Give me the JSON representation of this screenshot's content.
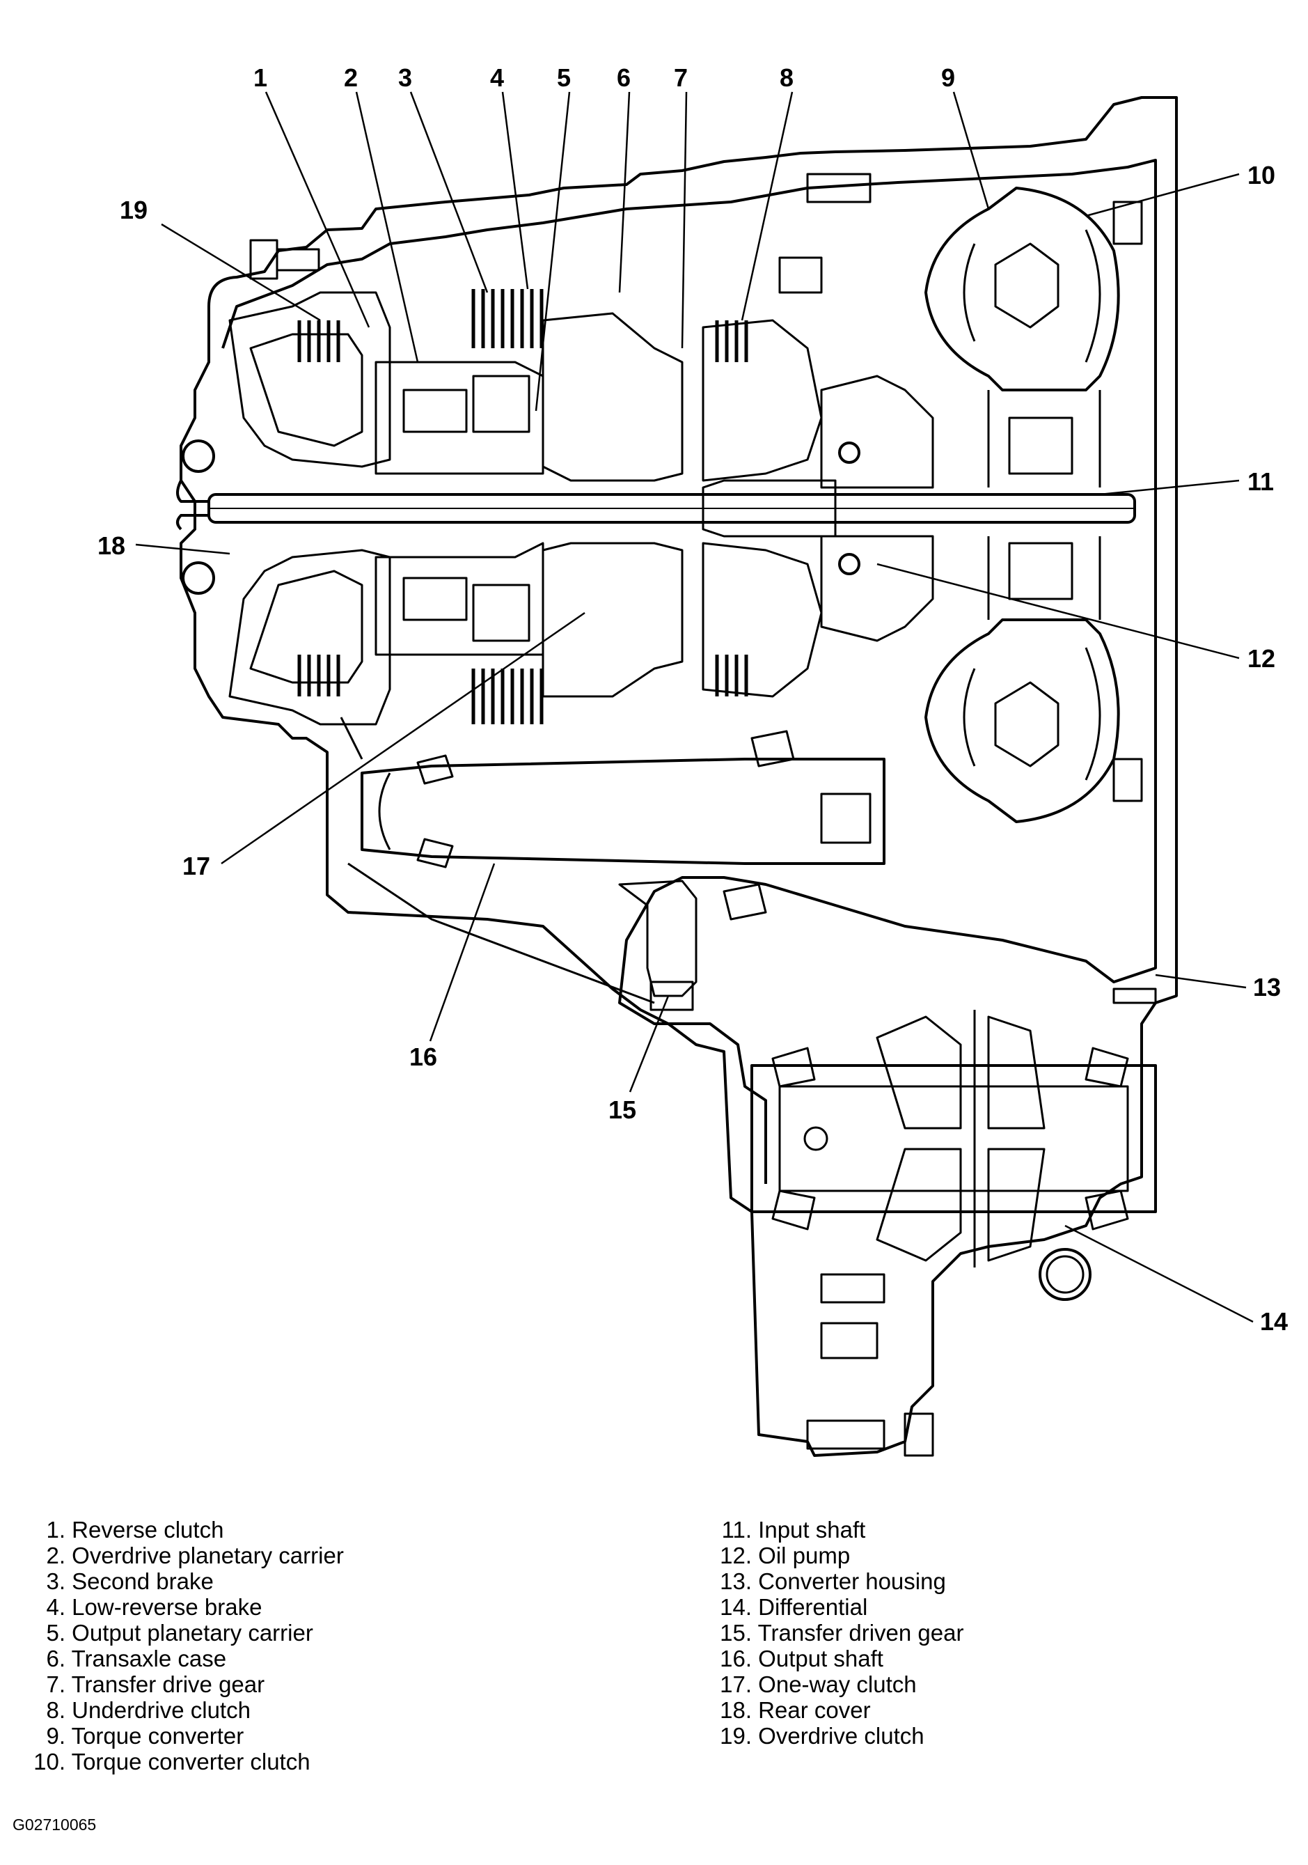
{
  "callouts": [
    {
      "num": "1"
    },
    {
      "num": "2"
    },
    {
      "num": "3"
    },
    {
      "num": "4"
    },
    {
      "num": "5"
    },
    {
      "num": "6"
    },
    {
      "num": "7"
    },
    {
      "num": "8"
    },
    {
      "num": "9"
    },
    {
      "num": "10"
    },
    {
      "num": "11"
    },
    {
      "num": "12"
    },
    {
      "num": "13"
    },
    {
      "num": "14"
    },
    {
      "num": "15"
    },
    {
      "num": "16"
    },
    {
      "num": "17"
    },
    {
      "num": "18"
    },
    {
      "num": "19"
    }
  ],
  "legend_left": [
    {
      "num": "1.",
      "label": "Reverse clutch"
    },
    {
      "num": "2.",
      "label": "Overdrive planetary carrier"
    },
    {
      "num": "3.",
      "label": "Second brake"
    },
    {
      "num": "4.",
      "label": "Low-reverse brake"
    },
    {
      "num": "5.",
      "label": "Output planetary carrier"
    },
    {
      "num": "6.",
      "label": "Transaxle case"
    },
    {
      "num": "7.",
      "label": "Transfer drive gear"
    },
    {
      "num": "8.",
      "label": "Underdrive clutch"
    },
    {
      "num": "9.",
      "label": "Torque converter"
    },
    {
      "num": "10.",
      "label": "Torque converter clutch"
    }
  ],
  "legend_right": [
    {
      "num": "11.",
      "label": "Input shaft"
    },
    {
      "num": "12.",
      "label": "Oil pump"
    },
    {
      "num": "13.",
      "label": "Converter housing"
    },
    {
      "num": "14.",
      "label": "Differential"
    },
    {
      "num": "15.",
      "label": "Transfer driven gear"
    },
    {
      "num": "16.",
      "label": "Output shaft"
    },
    {
      "num": "17.",
      "label": "One-way clutch"
    },
    {
      "num": "18.",
      "label": "Rear cover"
    },
    {
      "num": "19.",
      "label": "Overdrive clutch"
    }
  ],
  "figure_id": "G02710065"
}
